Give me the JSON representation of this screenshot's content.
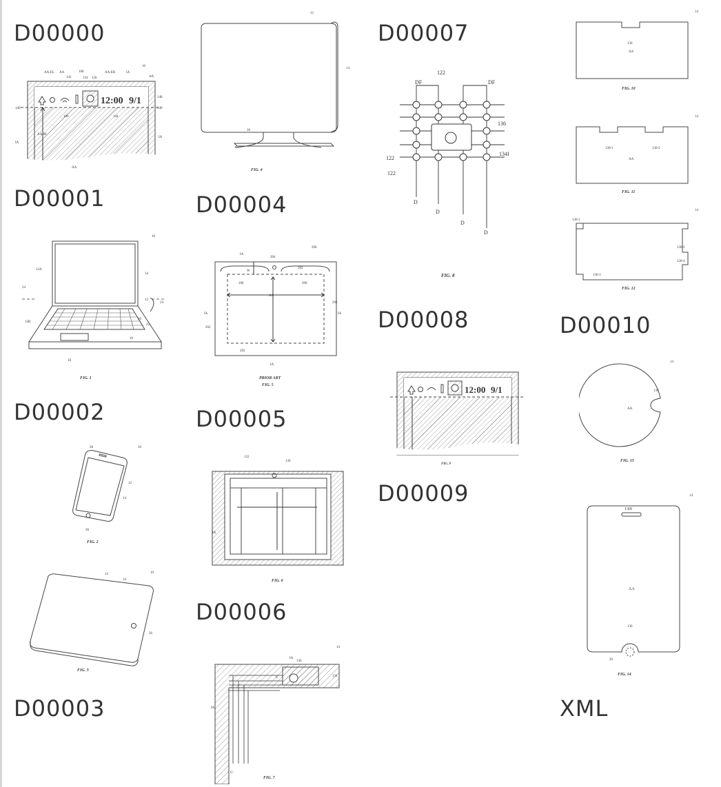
{
  "labels": [
    "D00000",
    "D00001",
    "D00002",
    "D00003",
    "D00004",
    "D00005",
    "D00006",
    "D00007",
    "D00008",
    "D00009",
    "D00010",
    "XML"
  ],
  "figs": {
    "f9a": {
      "caption": "",
      "num_aa_el": "AA-EL",
      "num_aa": "AA",
      "num_142": "142",
      "num_108": "108",
      "num_124": "124",
      "num_126": "126",
      "num_aa_er": "AA-ER",
      "num_ia": "IA",
      "num_16": "16",
      "num_140": "140",
      "num_148": "148",
      "num_106": "106",
      "num_144": "144",
      "num_ia_l": "IA",
      "num_ia_r": "IA",
      "num_aam": "AA-M",
      "num_aa_b": "AA",
      "time": "12:00",
      "date": "9/1"
    },
    "f1": {
      "caption": "FIG. 1",
      "n16": "16",
      "n12a": "12A",
      "n14": "14",
      "n24": "24",
      "n12b": "12B",
      "n12": "12",
      "n20": "20",
      "n22": "22",
      "n16b": "16",
      "n18": "18",
      "n24b": "24"
    },
    "f2": {
      "caption": "FIG. 2",
      "n28": "28",
      "n10": "10",
      "n12": "12",
      "n14": "14",
      "n26": "26"
    },
    "f3": {
      "caption": "FIG. 3",
      "n12": "12",
      "n14": "14",
      "n10": "10",
      "n26": "26"
    },
    "f4": {
      "caption": "FIG. 4",
      "n12": "12",
      "n14": "14",
      "n30": "30"
    },
    "f5": {
      "caption1": "PRIOR ART",
      "caption2": "FIG. 5",
      "nia": "IA",
      "n204": "204",
      "n200": "200",
      "nw": "W",
      "n202": "202",
      "n206": "206",
      "n206b": "206",
      "naa": "AA",
      "n202r": "202",
      "nia_l": "IA",
      "nia_r": "IA",
      "n202l": "202",
      "n202b": "202",
      "nia_b": "IA"
    },
    "f6": {
      "caption": "FIG. 6"
    },
    "f7": {
      "caption": "FIG. 7",
      "nia": "IA",
      "n136": "136",
      "n14": "14",
      "n134": "134",
      "ng": "G",
      "ngp": "G'",
      "nia_l": "IA"
    },
    "f8": {
      "caption": "FIG. 8",
      "n122": "122",
      "ndf": "DF",
      "ndf2": "DF",
      "n136": "136",
      "n134i": "134I",
      "n122b": "122",
      "n122c": "122",
      "nd": "D"
    },
    "f9": {
      "caption": "FIG. 9"
    },
    "f10": {
      "caption": "FIG. 10",
      "n14": "14",
      "n130": "130",
      "naa": "AA"
    },
    "f11": {
      "caption": "FIG. 11",
      "n14": "14",
      "n1301": "130-1",
      "n1302": "130-2",
      "naa": "AA"
    },
    "f12": {
      "caption": "FIG. 12",
      "n14": "14",
      "n1301": "130-1",
      "n1302": "130-2",
      "n1304": "130-4",
      "n1303": "130-3"
    },
    "f13": {
      "caption": "FIG. 13",
      "n14": "14",
      "n130": "130",
      "naa": "AA"
    },
    "f14": {
      "caption": "FIG. 14",
      "n14": "14",
      "n130i": "130I",
      "naa": "AA",
      "n130": "130",
      "n26": "26"
    }
  }
}
